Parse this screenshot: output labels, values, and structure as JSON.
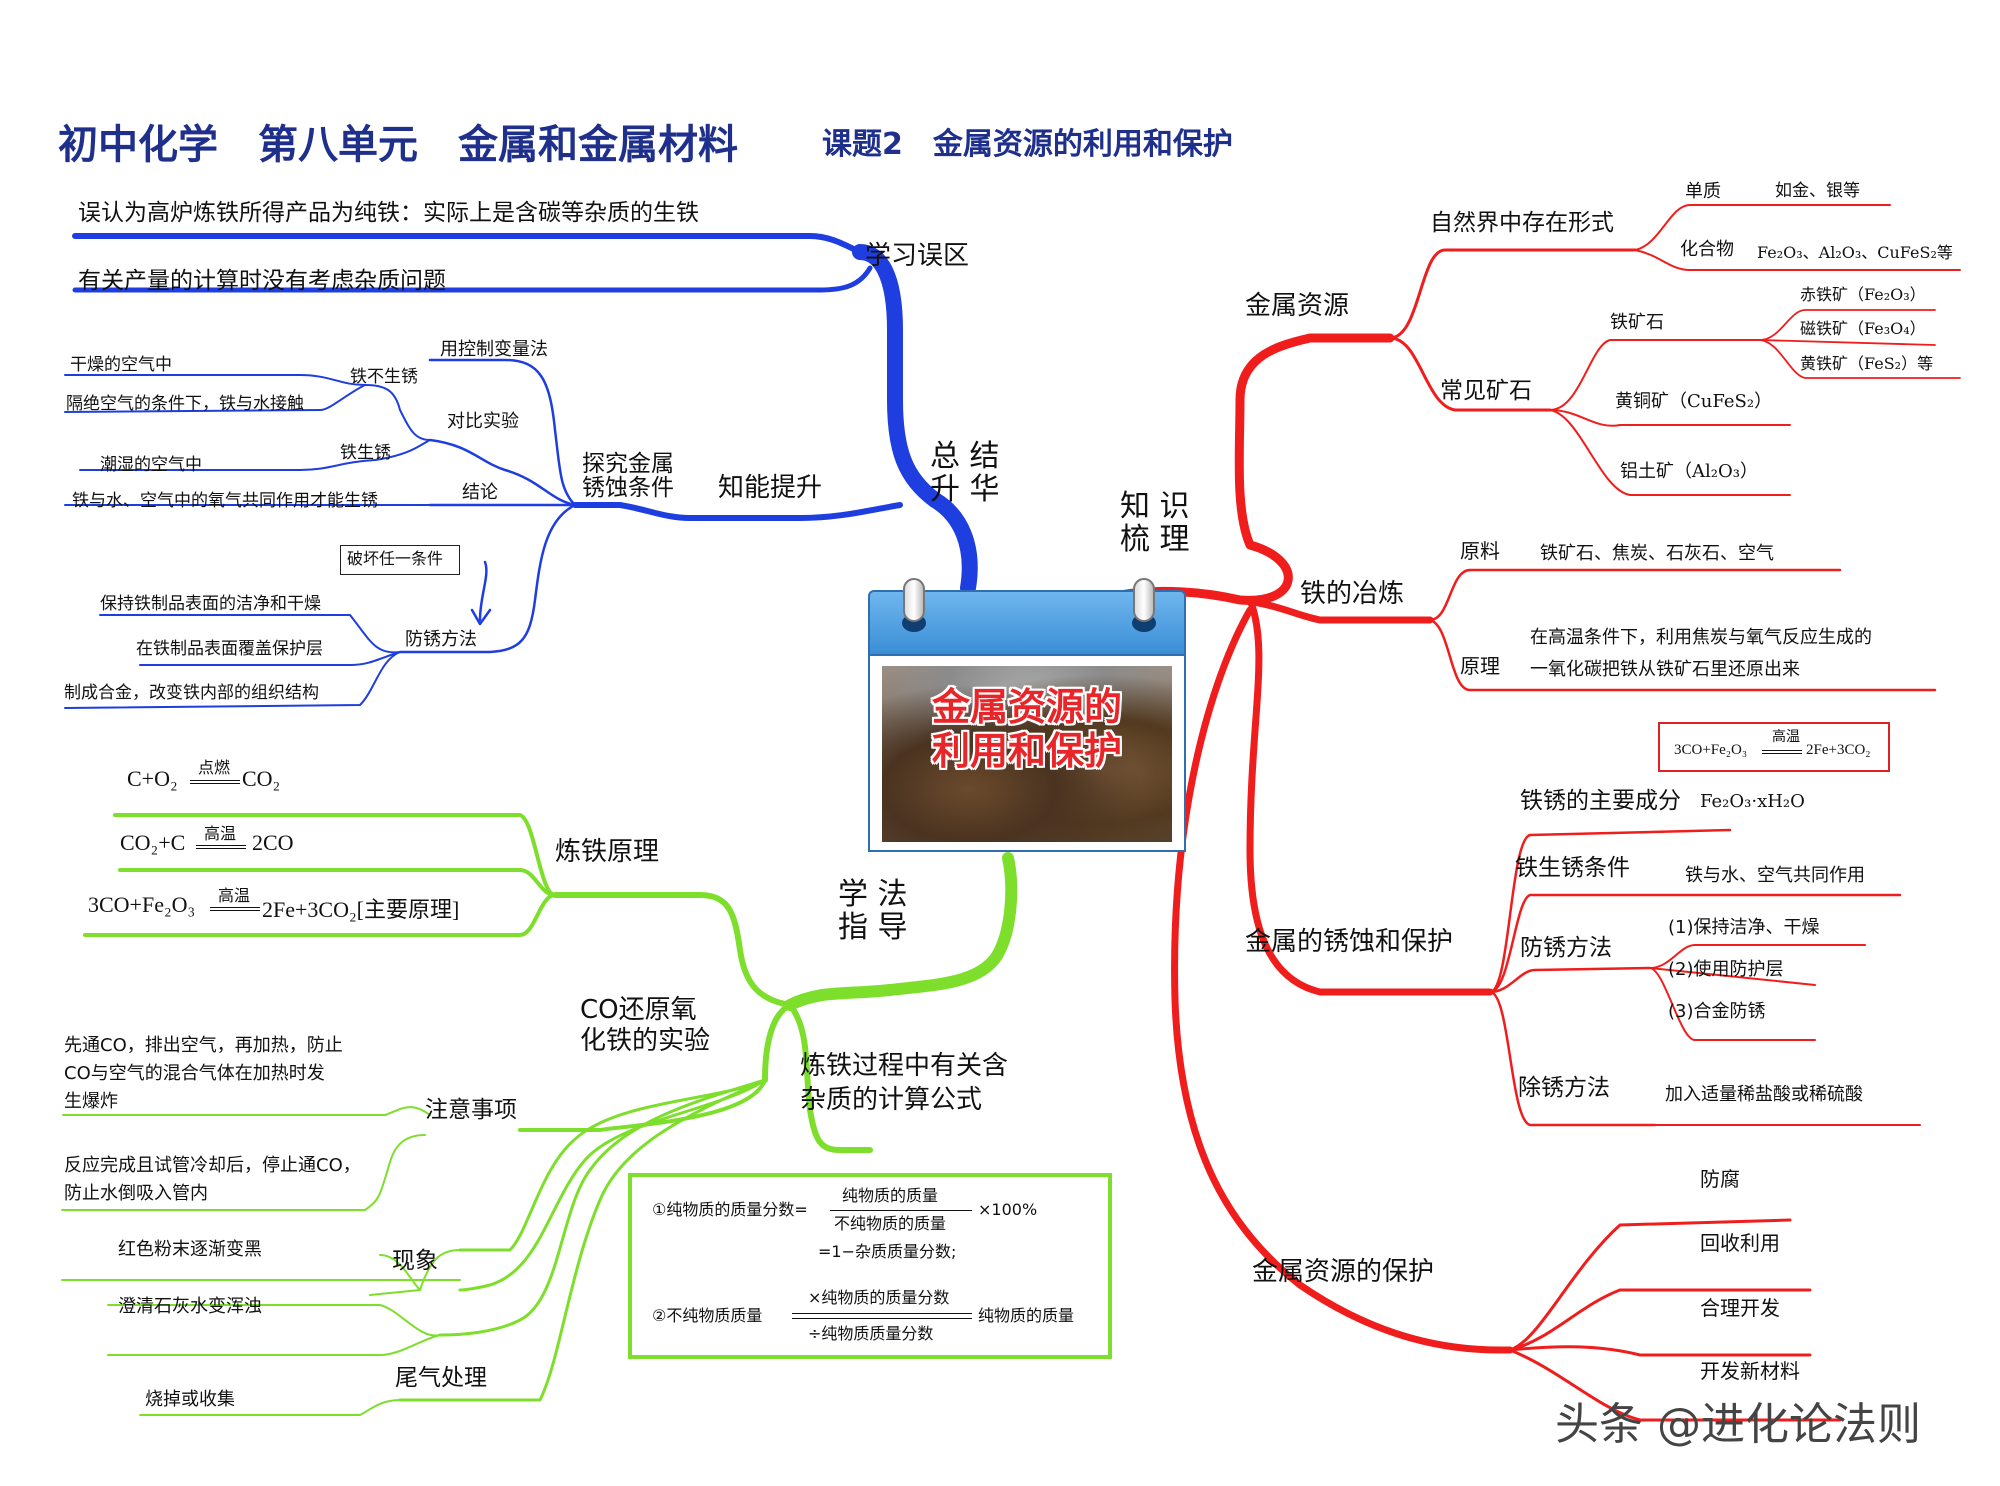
{
  "title": {
    "main": "初中化学　第八单元　金属和金属材料",
    "sub": "课题2　金属资源的利用和保护"
  },
  "center": {
    "title_line1": "金属资源的",
    "title_line2": "利用和保护"
  },
  "colors": {
    "blue": "#1e3ee0",
    "red": "#f01d1d",
    "green": "#7ddf2c",
    "title": "#1f2f8c"
  },
  "blue": {
    "main": "总 结\n升 华",
    "xuexi_wuqu": "学习误区",
    "wuqu1": "误认为高炉炼铁所得产品为纯铁：实际上是含碳等杂质的生铁",
    "wuqu2": "有关产量的计算时没有考虑杂质问题",
    "zhineng": "知能提升",
    "tanjiu": "探究金属\n锈蚀条件",
    "kongzhi": "用控制变量法",
    "duibi": "对比实验",
    "tie_bu": "铁不生锈",
    "ganzao": "干燥的空气中",
    "geju": "隔绝空气的条件下，铁与水接触",
    "tie_sheng": "铁生锈",
    "chaoshi": "潮湿的空气中",
    "jielun": "结论",
    "jielun_text": "铁与水、空气中的氧气共同作用才能生锈",
    "pohuai": "破坏任一条件",
    "fangxiu": "防锈方法",
    "fx1": "保持铁制品表面的洁净和干燥",
    "fx2": "在铁制品表面覆盖保护层",
    "fx3": "制成合金，改变铁内部的组织结构"
  },
  "red": {
    "main": "知 识\n梳 理",
    "jinshu_ziyuan": "金属资源",
    "ziran": "自然界中存在形式",
    "danzhi": "单质",
    "danzhi_eg": "如金、银等",
    "huahewu": "化合物",
    "huahewu_eg": "Fe₂O₃、Al₂O₃、CuFeS₂等",
    "changjian": "常见矿石",
    "tiekuangshi": "铁矿石",
    "chitie": "赤铁矿（Fe₂O₃）",
    "citie": "磁铁矿（Fe₃O₄）",
    "huangtie": "黄铁矿（FeS₂）等",
    "huangtong": "黄铜矿（CuFeS₂）",
    "lvtu": "铝土矿（Al₂O₃）",
    "yelian": "铁的冶炼",
    "yuanliao": "原料",
    "yuanliao_text": "铁矿石、焦炭、石灰石、空气",
    "yuanli": "原理",
    "yuanli_text1": "在高温条件下，利用焦炭与氧气反应生成的",
    "yuanli_text2": "一氧化碳把铁从铁矿石里还原出来",
    "eq_left": "3CO+Fe₂O₃",
    "eq_cond": "高温",
    "eq_right": "2Fe+3CO₂",
    "xiushi": "金属的锈蚀和保护",
    "zhuyao": "铁锈的主要成分",
    "zhuyao_f": "Fe₂O₃·xH₂O",
    "shengxiu": "铁生锈条件",
    "shengxiu_text": "铁与水、空气共同作用",
    "fangxiu": "防锈方法",
    "fx1": "(1)保持洁净、干燥",
    "fx2": "(2)使用防护层",
    "fx3": "(3)合金防锈",
    "chuxiu": "除锈方法",
    "chuxiu_text": "加入适量稀盐酸或稀硫酸",
    "baohu": "金属资源的保护",
    "bh1": "防腐",
    "bh2": "回收利用",
    "bh3": "合理开发",
    "bh4": "开发新材料"
  },
  "green": {
    "main": "学 法\n指 导",
    "liantie": "炼铁原理",
    "eq1_left": "C+O₂",
    "eq1_cond": "点燃",
    "eq1_right": "CO₂",
    "eq2_left": "CO₂+C",
    "eq2_cond": "高温",
    "eq2_right": "2CO",
    "eq3_left": "3CO+Fe₂O₃",
    "eq3_cond": "高温",
    "eq3_right": "2Fe+3CO₂[主要原理]",
    "co_exp": "CO还原氧\n化铁的实验",
    "zhuyi": "注意事项",
    "zy1": "先通CO，排出空气，再加热，防止\nCO与空气的混合气体在加热时发\n生爆炸",
    "zy2": "反应完成且试管冷却后，停止通CO，\n防止水倒吸入管内",
    "xianxiang": "现象",
    "xx1": "红色粉末逐渐变黑",
    "xx2": "澄清石灰水变浑浊",
    "weiqi": "尾气处理",
    "wq1": "烧掉或收集",
    "jisuan": "炼铁过程中有关含\n杂质的计算公式",
    "f1_prefix": "①纯物质的质量分数=",
    "f1_num": "纯物质的质量",
    "f1_den": "不纯物质的质量",
    "f1_mul": "×100%",
    "f1_line2": "=1−杂质质量分数;",
    "f2_left": "②不纯物质质量",
    "f2_top": "×纯物质的质量分数",
    "f2_bottom": "÷纯物质质量分数",
    "f2_right": "纯物质的质量"
  },
  "watermark": "头条 @进化论法则"
}
